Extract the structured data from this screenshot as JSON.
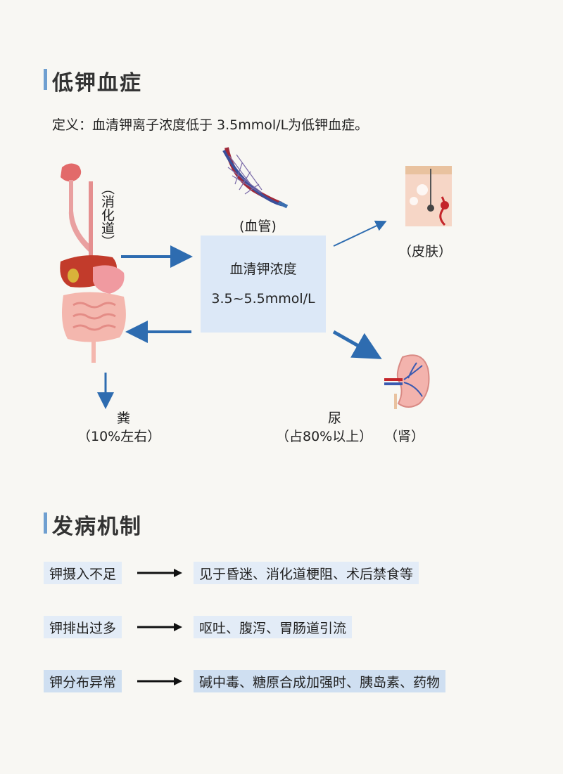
{
  "section1": {
    "title": "低钾血症"
  },
  "definition": "定义：血清钾离子浓度低于 3.5mmol/L为低钾血症。",
  "diagram": {
    "center": {
      "line1": "血清钾浓度",
      "line2": "3.5~5.5mmol/L"
    },
    "digestive_label": "（消化道）",
    "vessel_label": "(血管)",
    "skin_label": "（皮肤）",
    "feces_label": "粪",
    "feces_pct": "（10%左右）",
    "urine_label": "尿",
    "urine_pct": "（占80%以上）",
    "kidney_label": "（肾）"
  },
  "section2": {
    "title": "发病机制"
  },
  "mechanisms": [
    {
      "cause": "钾摄入不足",
      "effect": "见于昏迷、消化道梗阻、术后禁食等"
    },
    {
      "cause": "钾排出过多",
      "effect": "呕吐、腹泻、胃肠道引流"
    },
    {
      "cause": "钾分布异常",
      "effect": "碱中毒、糖原合成加强时、胰岛素、药物"
    }
  ],
  "colors": {
    "accent": "#6f9fd0",
    "arrow": "#2e6cb0",
    "box": "#dce8f7"
  }
}
